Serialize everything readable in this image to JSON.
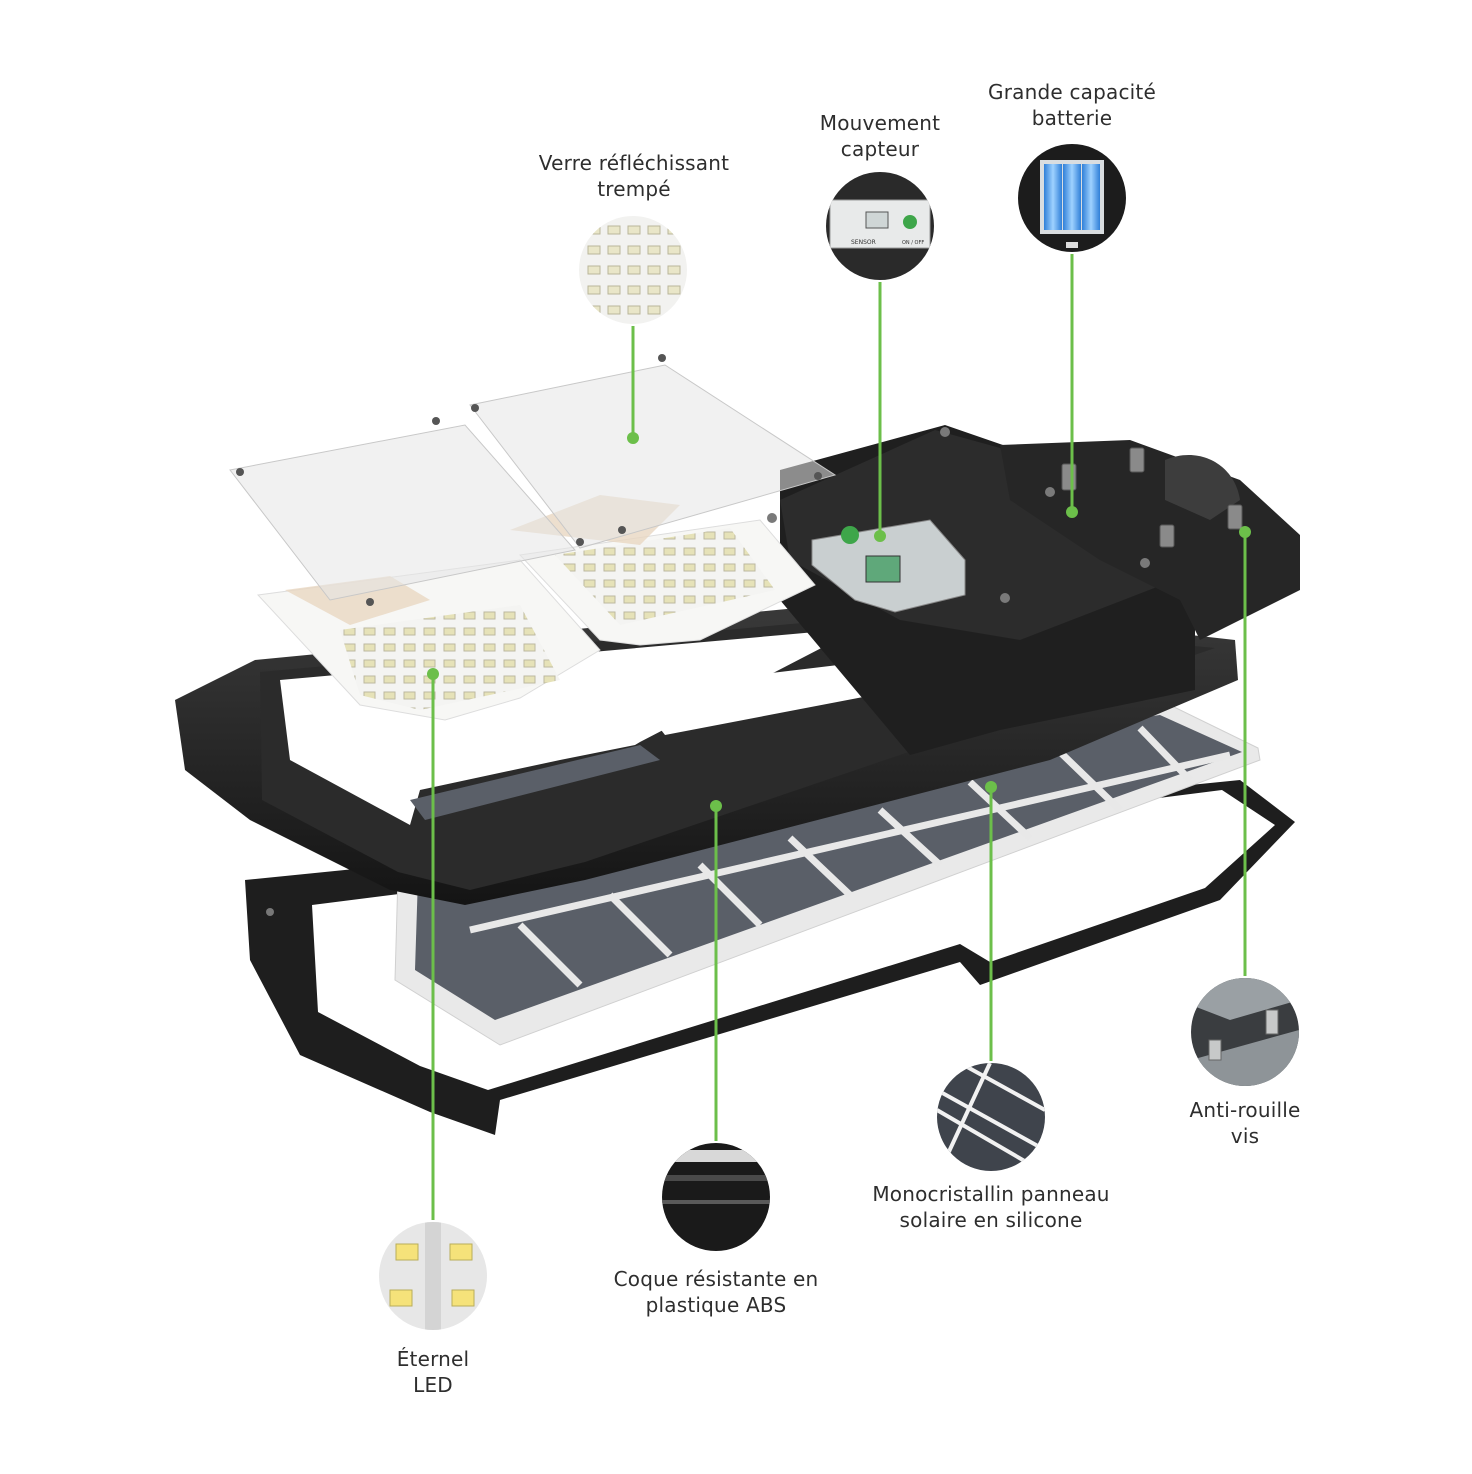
{
  "accent_color": "#6cbf4a",
  "callouts": [
    {
      "id": "glass",
      "icon": "led-grid-glass-icon",
      "lines": [
        "Verre réfléchissant",
        "trempé"
      ]
    },
    {
      "id": "sensor",
      "icon": "motion-sensor-icon",
      "lines": [
        "Mouvement",
        "capteur"
      ]
    },
    {
      "id": "battery",
      "icon": "battery-icon",
      "lines": [
        "Grande capacité",
        "batterie"
      ]
    },
    {
      "id": "screws",
      "icon": "screw-icon",
      "lines": [
        "Anti-rouille",
        "vis"
      ]
    },
    {
      "id": "solar",
      "icon": "solar-cell-icon",
      "lines": [
        "Monocristallin panneau",
        "solaire en silicone"
      ]
    },
    {
      "id": "shell",
      "icon": "abs-shell-icon",
      "lines": [
        "Coque résistante en",
        "plastique ABS"
      ]
    },
    {
      "id": "led",
      "icon": "led-chip-icon",
      "lines": [
        "Éternel",
        "LED"
      ]
    }
  ],
  "sensor_panel": {
    "sensor_text": "SENSOR",
    "switch_text": "ON / OFF"
  }
}
